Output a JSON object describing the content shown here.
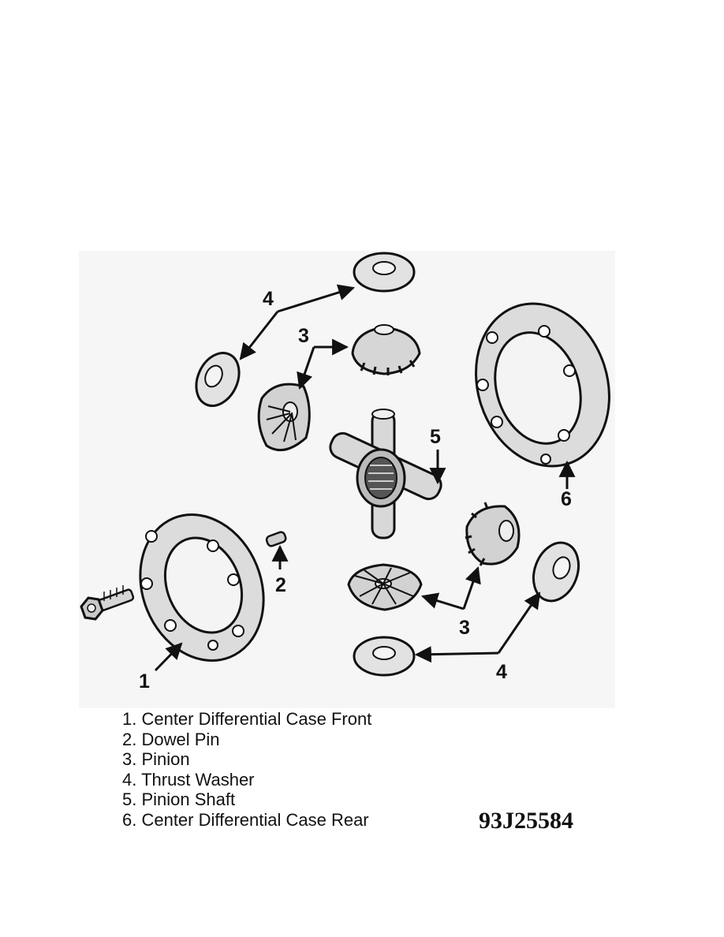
{
  "diagram": {
    "callouts": {
      "washer_top": "4",
      "pinion_top": "3",
      "shaft": "5",
      "case_rear": "6",
      "dowel": "2",
      "case_front": "1",
      "pinion_bottom": "3",
      "washer_bottom": "4"
    }
  },
  "legend": {
    "items": [
      "1. Center Differential Case Front",
      "2. Dowel Pin",
      "3. Pinion",
      "4. Thrust Washer",
      "5. Pinion Shaft",
      "6. Center Differential Case Rear"
    ]
  },
  "figure_id": "93J25584"
}
